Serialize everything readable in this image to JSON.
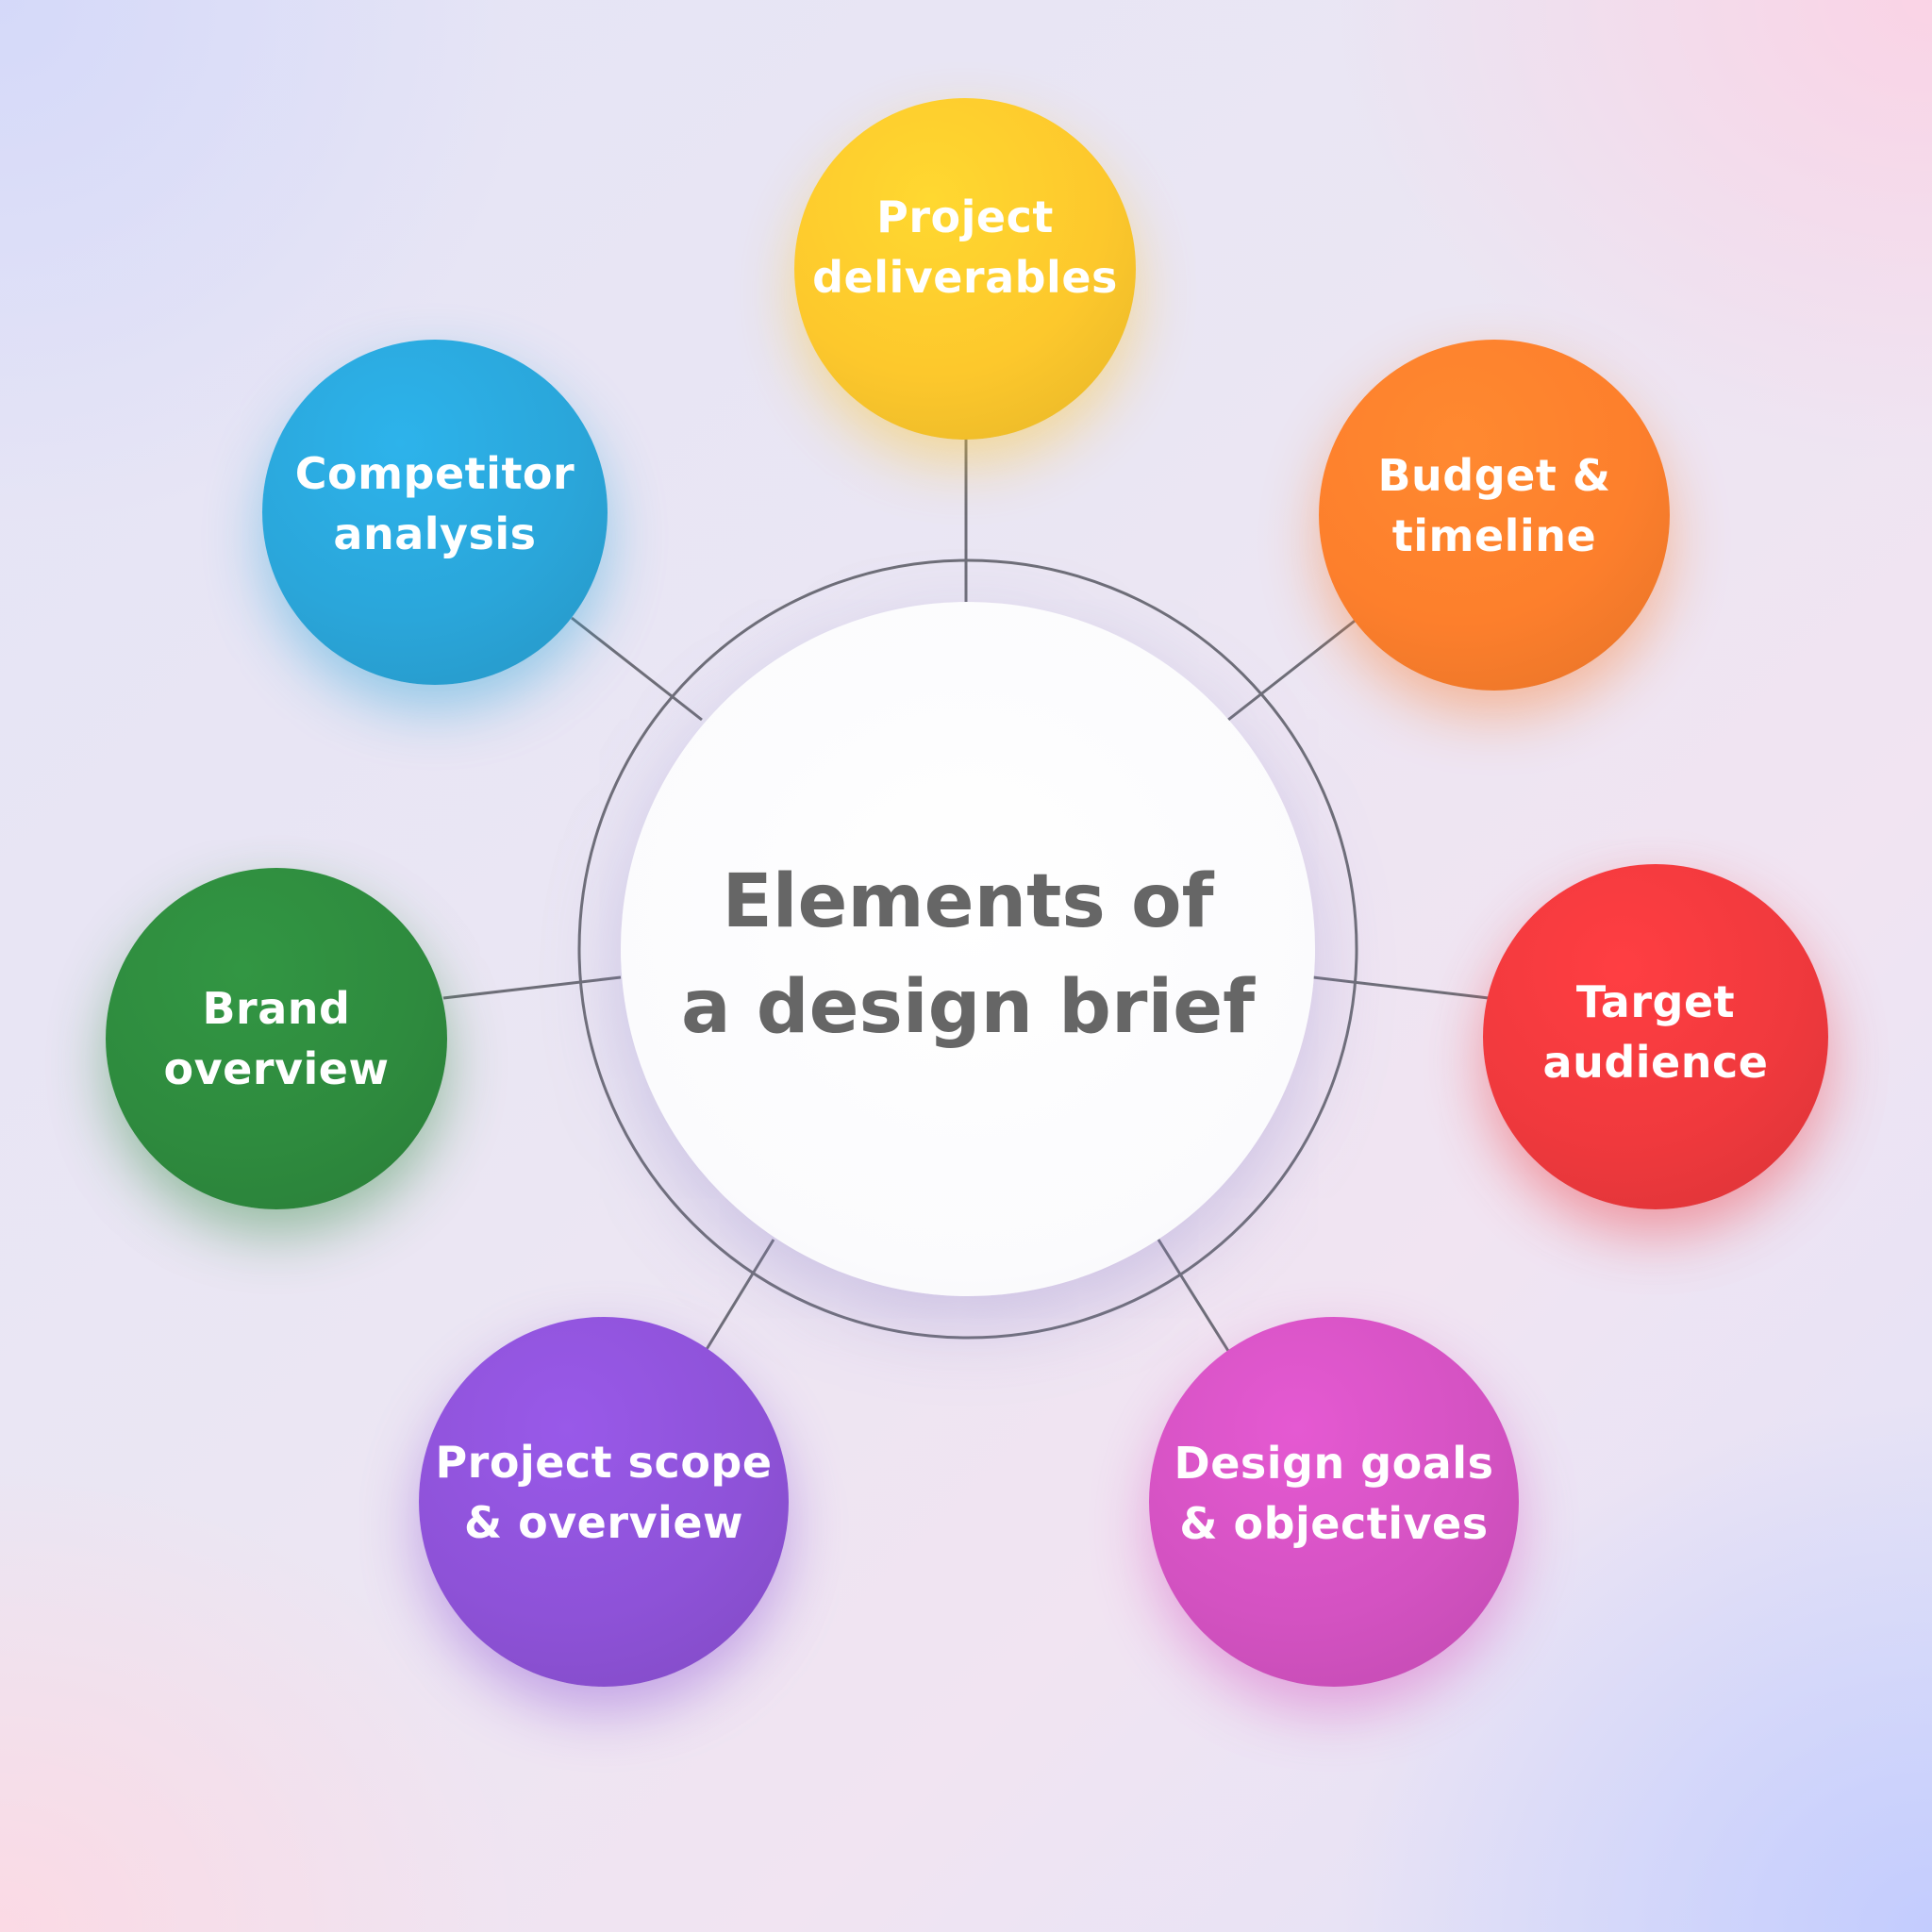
{
  "diagram": {
    "center": {
      "title": "Elements of\na design brief"
    },
    "nodes": [
      {
        "id": "project-deliverables",
        "label": "Project\ndeliverables",
        "color": "#FDC82C"
      },
      {
        "id": "budget-timeline",
        "label": "Budget &\ntimeline",
        "color": "#FD7F2C"
      },
      {
        "id": "target-audience",
        "label": "Target\naudience",
        "color": "#F0393D"
      },
      {
        "id": "design-goals",
        "label": "Design goals\n& objectives",
        "color": "#D452C2"
      },
      {
        "id": "project-scope",
        "label": "Project scope\n& overview",
        "color": "#8E52D8"
      },
      {
        "id": "brand-overview",
        "label": "Brand\noverview",
        "color": "#2E8B3E"
      },
      {
        "id": "competitor-analysis",
        "label": "Competitor\nanalysis",
        "color": "#2AA6DA"
      }
    ]
  }
}
